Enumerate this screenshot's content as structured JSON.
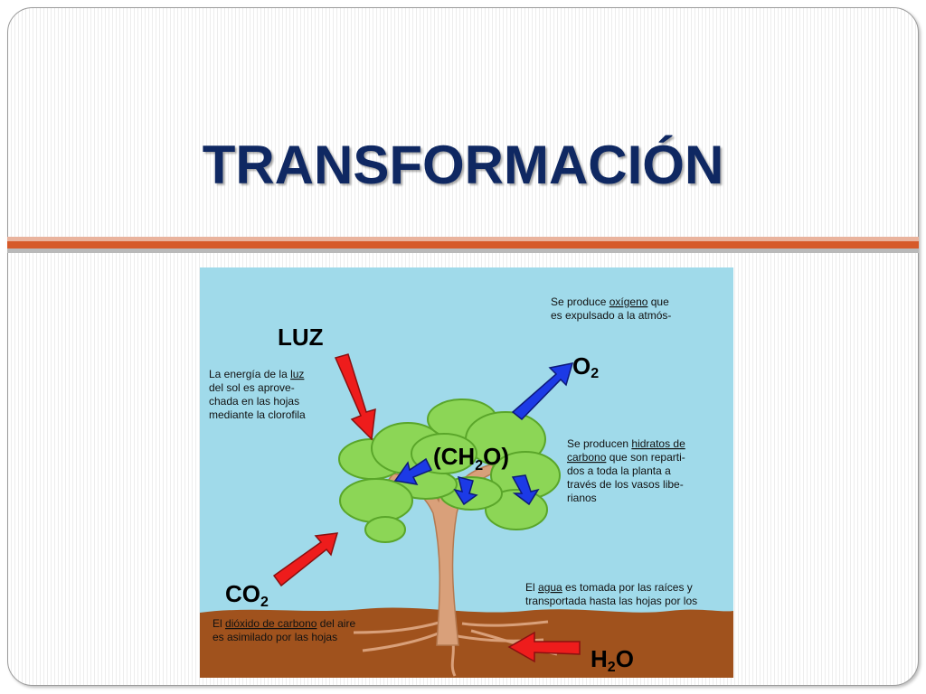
{
  "slide": {
    "title": "TRANSFORMACIÓN"
  },
  "diagram": {
    "labels": {
      "luz": "LUZ",
      "o2_main": "O",
      "o2_sub": "2",
      "ch2o_open": "(CH",
      "ch2o_sub": "2",
      "ch2o_close": "O)",
      "co2_main": "CO",
      "co2_sub": "2",
      "h2o_h": "H",
      "h2o_sub": "2",
      "h2o_o": "O"
    },
    "captions": {
      "luz_line1_pre": "La energía de la ",
      "luz_line1_u": "luz",
      "luz_line2": "del sol es aprove-",
      "luz_line3": "chada en las hojas",
      "luz_line4": "mediante la clorofila",
      "o2_line1_pre": "Se produce ",
      "o2_line1_u": "oxígeno",
      "o2_line1_post": " que",
      "o2_line2": "es expulsado a la atmós-",
      "ch2o_line1_pre": "Se producen ",
      "ch2o_line1_u": "hidratos de",
      "ch2o_line2_u": "carbono",
      "ch2o_line2_post": " que son reparti-",
      "ch2o_line3": "dos a toda la planta a",
      "ch2o_line4": "través de los vasos libe-",
      "ch2o_line5": "rianos",
      "agua_line1_pre": "El ",
      "agua_line1_u": "agua",
      "agua_line1_post": " es tomada por las raíces y",
      "agua_line2": "transportada hasta las hojas por los",
      "co2_line1_pre": "El ",
      "co2_line1_u": "dióxido de carbono",
      "co2_line1_post": " del aire",
      "co2_line2": "es asimilado por las hojas"
    },
    "colors": {
      "sky": "#a0daea",
      "soil": "#a0521d",
      "leaf": "#8cd656",
      "leaf_edge": "#5aa62a",
      "trunk": "#d9a07a",
      "arrow_red": "#ee1c1c",
      "arrow_blue": "#1c3ae6"
    }
  }
}
